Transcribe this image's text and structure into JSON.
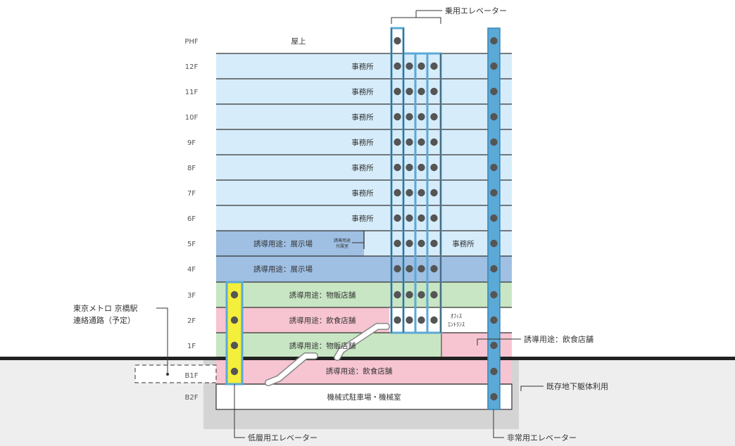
{
  "floor_labels": [
    "PHF",
    "12F",
    "11F",
    "10F",
    "9F",
    "8F",
    "7F",
    "6F",
    "5F",
    "4F",
    "3F",
    "2F",
    "1F",
    "B1F",
    "B2F"
  ],
  "rooms": {
    "rooftop": "屋上",
    "office": "事務所",
    "f5_exhibit": "誘導用途：展示場",
    "f5_annex_line1": "誘導用途",
    "f5_annex_line2": "付属室",
    "f5_office": "事務所",
    "f4_exhibit": "誘導用途：展示場",
    "f3_retail": "誘導用途：物販店舗",
    "f2_restaurant": "誘導用途：飲食店舗",
    "f2_entrance_line1": "ｵﾌｨｽ",
    "f2_entrance_line2": "ｴﾝﾄﾗﾝｽ",
    "f1_retail": "誘導用途：物販店舗",
    "b1_restaurant": "誘導用途：飲食店舗",
    "b2_parking": "機械式駐車場・機械室"
  },
  "callouts": {
    "passenger_elevator": "乗用エレベーター",
    "metro_line1": "東京メトロ 京橋駅",
    "metro_line2": "連絡通路（予定）",
    "f1_restaurant": "誘導用途：飲食店舗",
    "existing_basement": "既存地下躯体利用",
    "low_floor_elevator": "低層用エレベーター",
    "emergency_elevator": "非常用エレベーター"
  },
  "colors": {
    "office": "#d6ecfa",
    "exhibit": "#9fbfe3",
    "retail": "#c8e6c3",
    "restaurant": "#f7c4d2",
    "basement_ground": "#e0e0e0",
    "elevator_frame": "#5ba9d6",
    "low_elevator": "#f3ef3a",
    "floor_line": "#333333",
    "ground_line": "#222222"
  }
}
